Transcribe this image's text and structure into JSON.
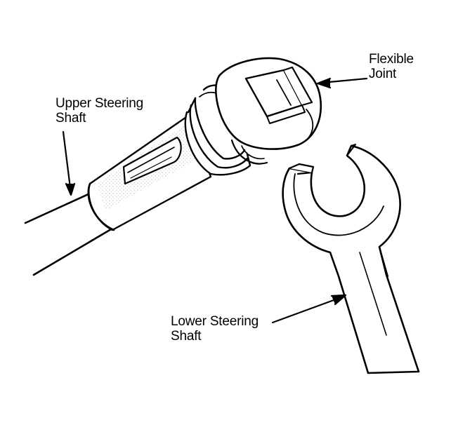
{
  "labels": {
    "upper_shaft": {
      "line1": "Upper Steering",
      "line2": "Shaft"
    },
    "flexible_joint": {
      "line1": "Flexible",
      "line2": "Joint"
    },
    "lower_shaft": {
      "line1": "Lower Steering",
      "line2": "Shaft"
    }
  },
  "colors": {
    "ink": "#000000",
    "paper": "#ffffff",
    "shade": "#d9d9d9"
  }
}
